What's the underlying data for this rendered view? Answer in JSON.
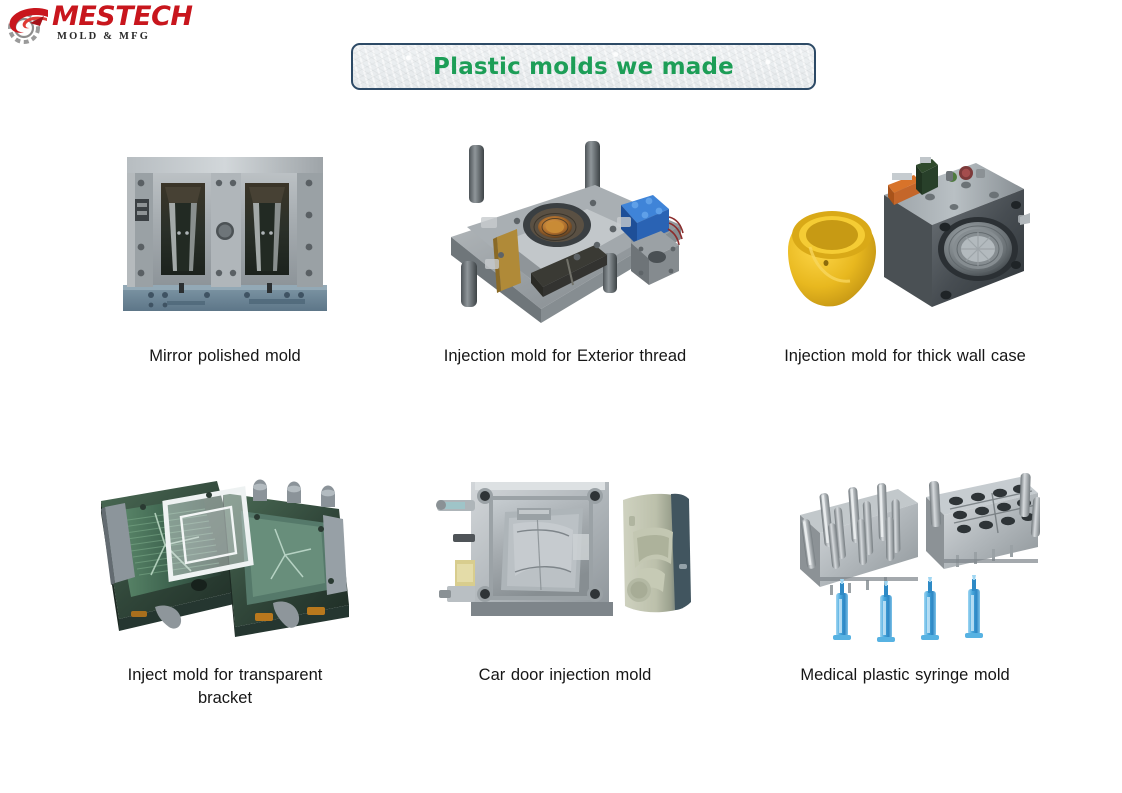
{
  "logo": {
    "mark_icon": "gear-swoosh-icon",
    "wordmark": "MESTECH",
    "tagline": "MOLD  &  MFG",
    "wordmark_color": "#c8161d"
  },
  "banner": {
    "title": "Plastic molds we made",
    "title_color": "#1d9e57",
    "border_color": "#2d4a66"
  },
  "gallery": {
    "rows": [
      {
        "items": [
          {
            "caption": "Mirror  polished mold",
            "image_name": "mirror-polished-mold-photo",
            "alt": "Two-cavity steel injection mold with mirror polished cavities"
          },
          {
            "caption": "Injection mold for Exterior thread",
            "image_name": "exterior-thread-mold-photo",
            "alt": "Unscrewing injection mold with blue hydraulic motor and guide pillars"
          },
          {
            "caption": "Injection mold for thick wall  case",
            "image_name": "thick-wall-case-mold-photo",
            "alt": "Dark steel mold with round cavity beside a yellow conical plastic part"
          }
        ]
      },
      {
        "items": [
          {
            "caption": "Inject mold for transparent bracket",
            "image_name": "transparent-bracket-mold-photo",
            "alt": "Open green tinted mold halves with transparent bracket frame"
          },
          {
            "caption": "Car door injection mold",
            "image_name": "car-door-mold-photo",
            "alt": "Car door panel mold half beside a moulded door trim panel"
          },
          {
            "caption": "Medical plastic syringe mold",
            "image_name": "syringe-mold-photo",
            "alt": "Multi-cavity syringe mold halves with core pins and four blue syringes"
          }
        ]
      }
    ]
  }
}
